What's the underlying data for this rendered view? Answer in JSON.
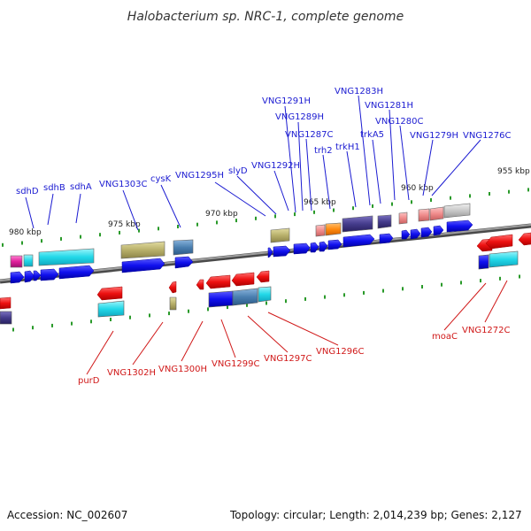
{
  "title": "Halobacterium sp. NRC-1, complete genome",
  "footer": {
    "accession": "Accession: NC_002607",
    "topology": "Topology: circular; Length: 2,014,239 bp; Genes: 2,127"
  },
  "colors": {
    "backbone": "#707070",
    "tick": "#2a9a2a",
    "forward_label": "#1b1bd1",
    "reverse_label": "#d01818",
    "cog_blue": "#1010ee",
    "cog_cyan": "#22d8e8",
    "cog_olive": "#b8b06a",
    "cog_steel": "#4a7fb0",
    "cog_purple": "#453c8c",
    "cog_orange": "#ff8a10",
    "cog_salmon": "#f08c8c",
    "cog_gray": "#c8c8c8",
    "cog_magenta": "#e0209c",
    "cog_red": "#ee1111"
  },
  "scale_labels": [
    "955 kbp",
    "960 kbp",
    "965 kbp",
    "970 kbp",
    "975 kbp",
    "980 kbp"
  ],
  "forward_genes": [
    "sdhD",
    "sdhB",
    "sdhA",
    "VNG1303C",
    "cysK",
    "VNG1295H",
    "slyD",
    "VNG1292H",
    "VNG1291H",
    "VNG1289H",
    "VNG1287C",
    "trh2",
    "trkH1",
    "VNG1283H",
    "trkA5",
    "VNG1281H",
    "VNG1280C",
    "VNG1279H",
    "VNG1276C"
  ],
  "reverse_genes": [
    "purD",
    "VNG1302H",
    "VNG1300H",
    "VNG1299C",
    "VNG1297C",
    "VNG1296C",
    "moaC",
    "VNG1272C"
  ]
}
